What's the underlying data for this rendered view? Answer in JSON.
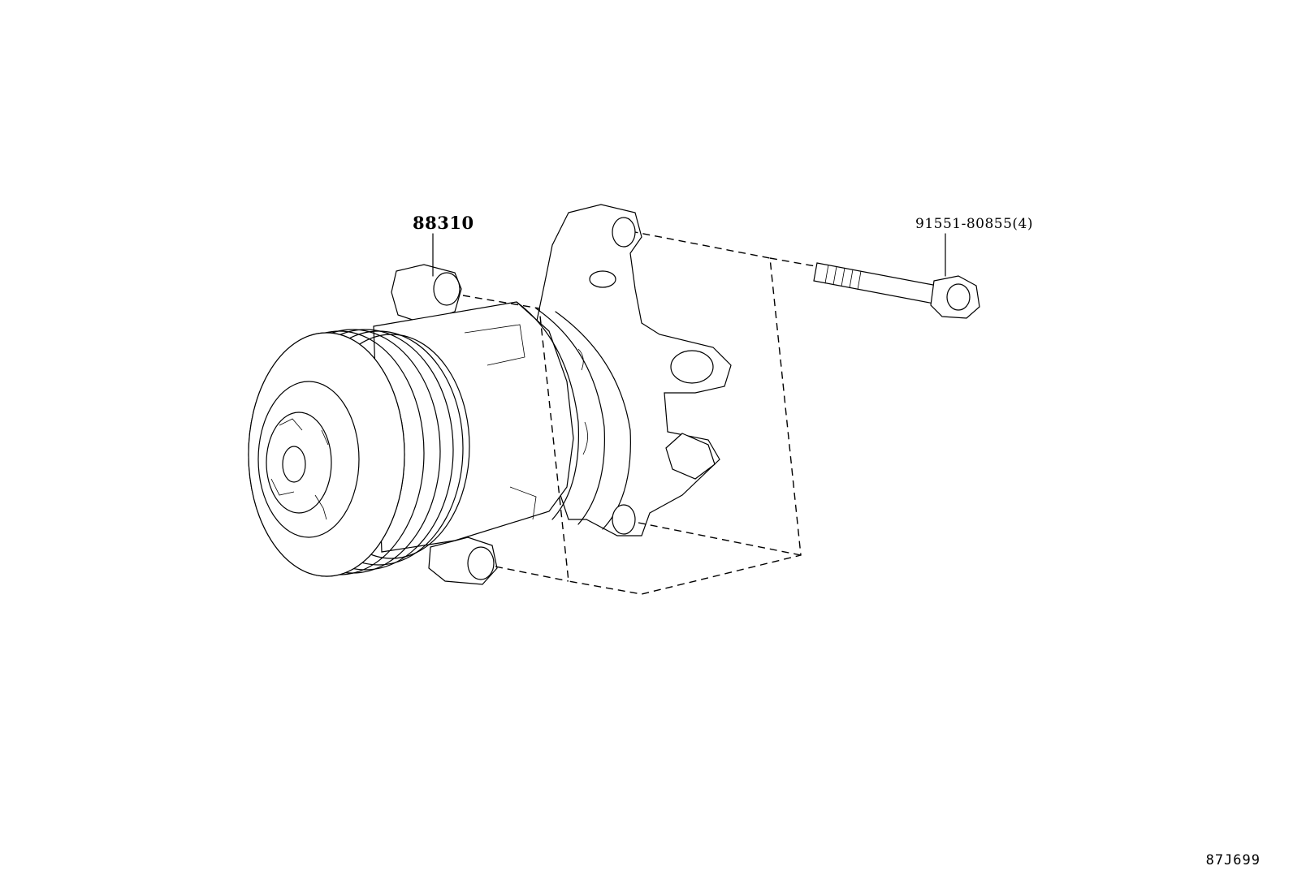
{
  "diagram": {
    "parts": [
      {
        "id": "compressor",
        "label": "88310"
      },
      {
        "id": "bolt",
        "label": "91551-80855(4)"
      }
    ],
    "diagram_code": "87J699"
  }
}
